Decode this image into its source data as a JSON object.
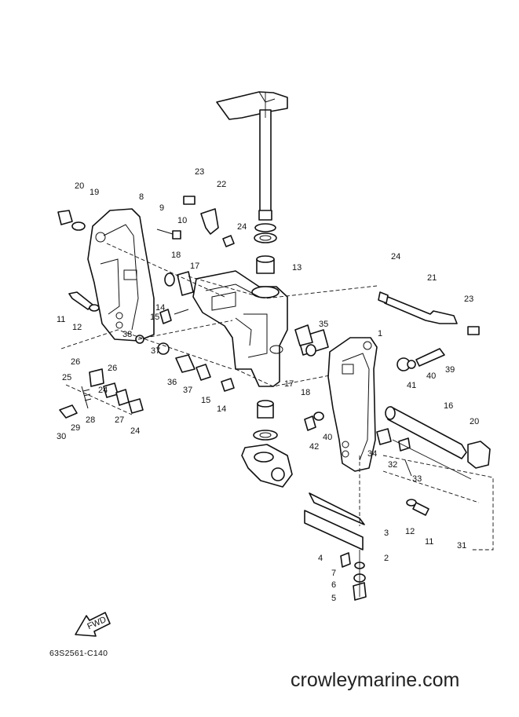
{
  "drawing_code": "63S2561-C140",
  "watermark": "crowleymarine.com",
  "faint_watermark": "Crowley Marine",
  "fwd_label": "FWD",
  "callouts": [
    "20",
    "19",
    "8",
    "23",
    "22",
    "9",
    "10",
    "24",
    "18",
    "17",
    "13",
    "24",
    "21",
    "23",
    "11",
    "12",
    "14",
    "15",
    "38",
    "35",
    "1",
    "26",
    "26",
    "25",
    "37",
    "36",
    "37",
    "17",
    "18",
    "41",
    "40",
    "39",
    "24",
    "27",
    "28",
    "29",
    "30",
    "24",
    "15",
    "14",
    "16",
    "20",
    "42",
    "40",
    "34",
    "32",
    "33",
    "12",
    "11",
    "31",
    "3",
    "2",
    "4",
    "7",
    "6",
    "5"
  ],
  "icons": [
    "fwd-arrow-icon"
  ]
}
